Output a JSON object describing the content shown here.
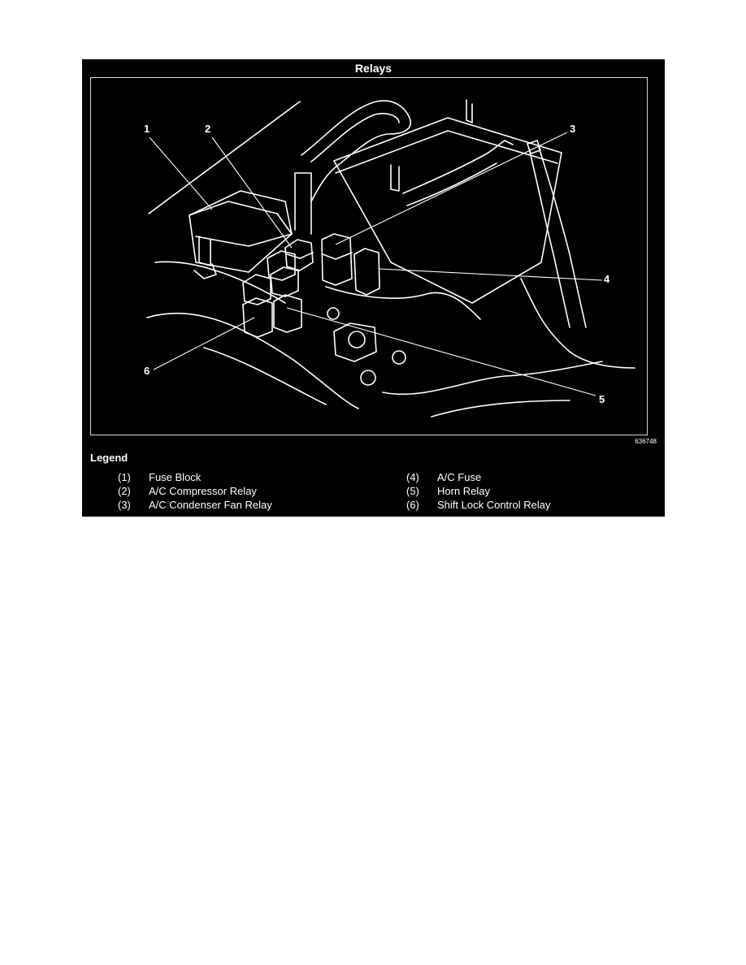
{
  "figure": {
    "title": "Relays",
    "figure_id": "636748",
    "callouts": [
      "1",
      "2",
      "3",
      "4",
      "5",
      "6"
    ]
  },
  "legend": {
    "title": "Legend",
    "items": [
      {
        "num": "(1)",
        "label": "Fuse Block"
      },
      {
        "num": "(2)",
        "label": "A/C Compressor Relay"
      },
      {
        "num": "(3)",
        "label": "A/C Condenser Fan Relay"
      },
      {
        "num": "(4)",
        "label": "A/C Fuse"
      },
      {
        "num": "(5)",
        "label": "Horn Relay"
      },
      {
        "num": "(6)",
        "label": "Shift Lock Control Relay"
      }
    ]
  },
  "colors": {
    "background": "#000000",
    "foreground": "#ffffff",
    "page": "#ffffff"
  }
}
